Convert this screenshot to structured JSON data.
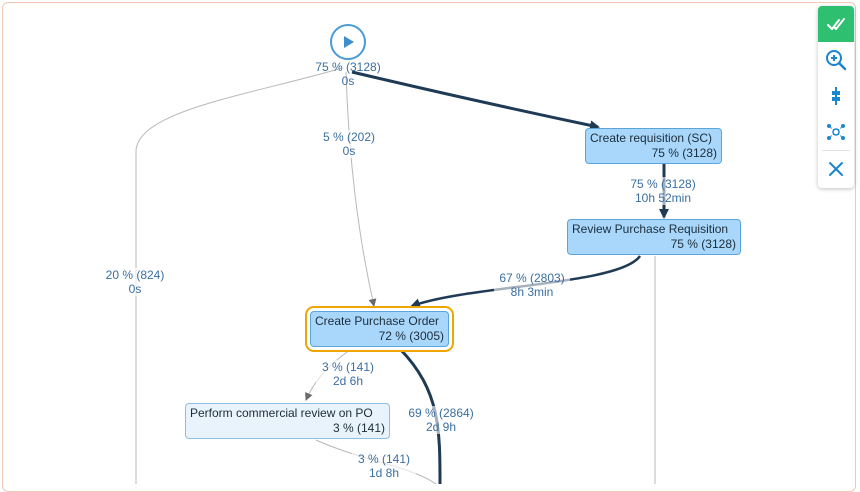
{
  "start": {
    "label_pct": "75 % (3128)",
    "label_time": "0s"
  },
  "nodes": {
    "create_req": {
      "title": "Create requisition (SC)",
      "stat": "75 % (3128)"
    },
    "review_pr": {
      "title": "Review Purchase Requisition",
      "stat": "75 % (3128)"
    },
    "create_po": {
      "title": "Create Purchase Order",
      "stat": "72 % (3005)"
    },
    "commercial_review": {
      "title": "Perform commercial review on PO",
      "stat": "3 % (141)"
    }
  },
  "edges": {
    "start_to_po": {
      "pct": "5 % (202)",
      "time": "0s"
    },
    "start_left": {
      "pct": "20 % (824)",
      "time": "0s"
    },
    "req_to_review": {
      "pct": "75 % (3128)",
      "time": "10h 52min"
    },
    "review_to_po": {
      "pct": "67 % (2803)",
      "time": "8h 3min"
    },
    "po_to_commercial": {
      "pct": "3 % (141)",
      "time": "2d 6h"
    },
    "po_down": {
      "pct": "69 % (2864)",
      "time": "2d 9h"
    },
    "commercial_down": {
      "pct": "3 % (141)",
      "time": "1d 8h"
    }
  },
  "toolbar": {
    "accent": "#2fbf71",
    "icons": [
      "check-double-icon",
      "zoom-in-icon",
      "align-vertical-icon",
      "network-icon",
      "close-icon"
    ]
  }
}
